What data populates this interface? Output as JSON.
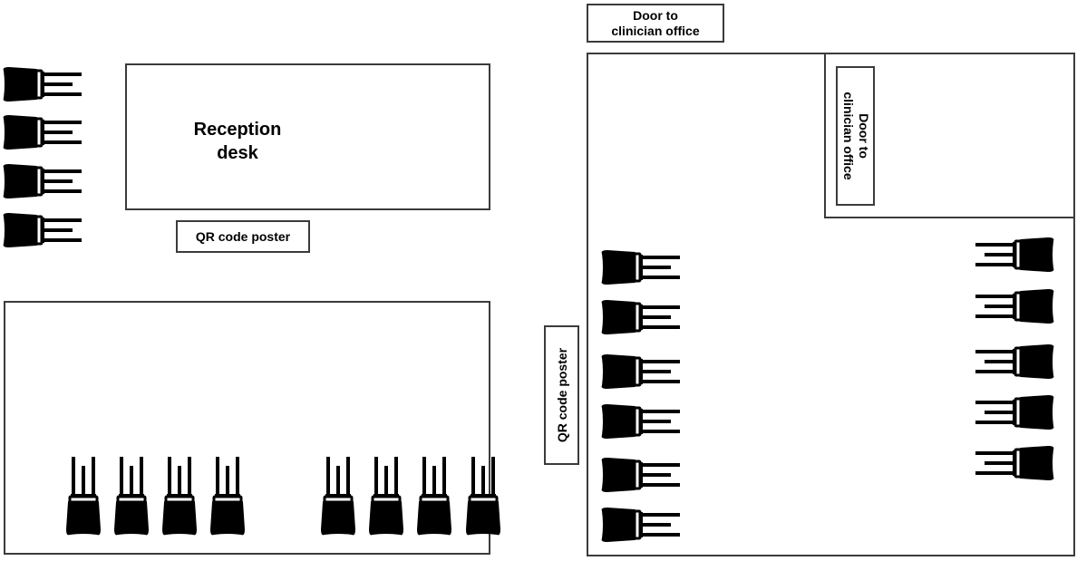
{
  "labels": {
    "reception_desk": "Reception\ndesk",
    "qr_code_poster_left": "QR code poster",
    "door_top": "Door to\nclinician office",
    "door_inner": "Door to\nclinician office",
    "qr_code_poster_right": "QR code poster"
  },
  "icons": {
    "chair": "chair-icon"
  },
  "colors": {
    "outline": "#3b3b3b",
    "chair_fill": "#000000"
  }
}
